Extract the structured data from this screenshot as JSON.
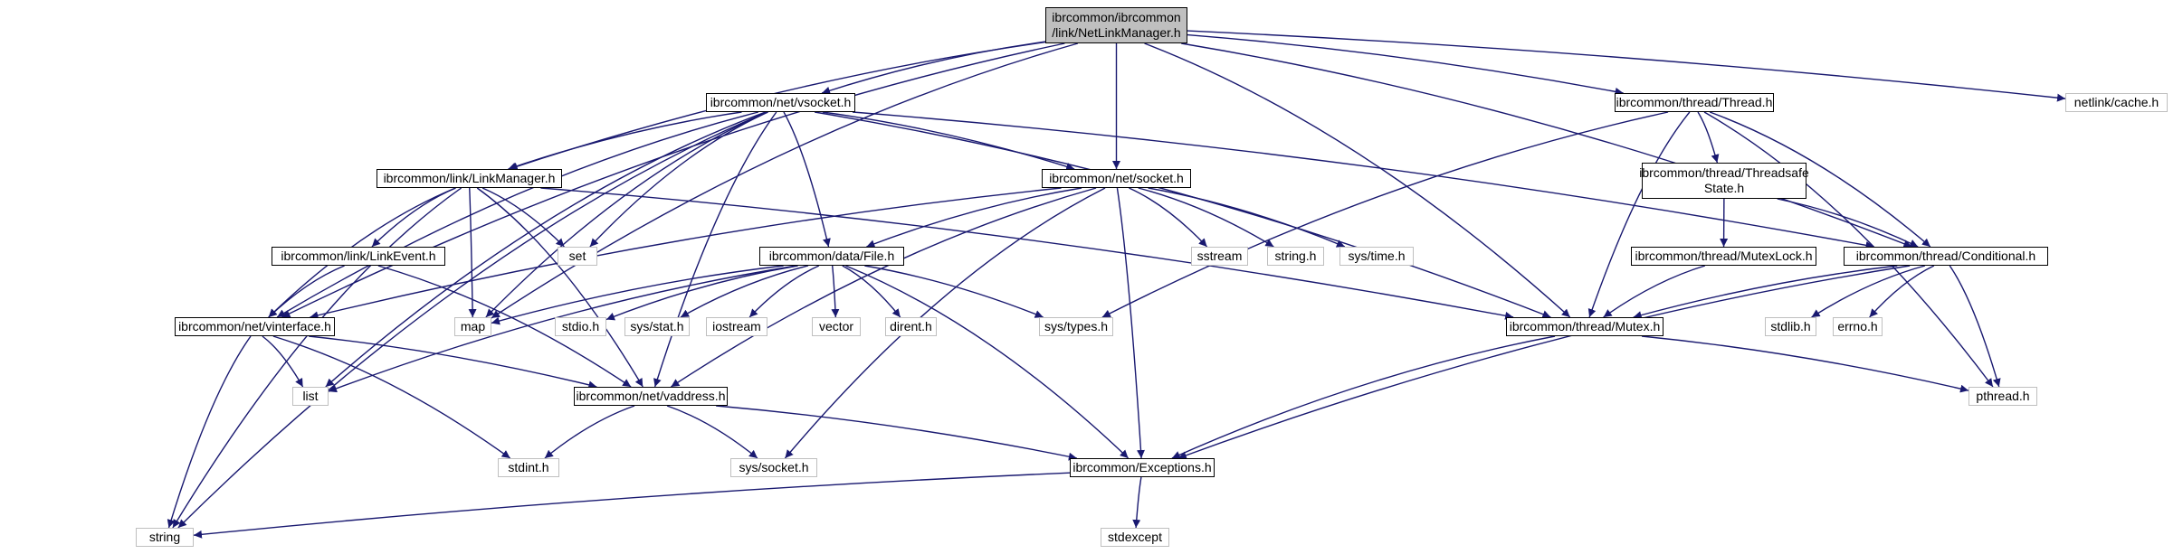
{
  "colors": {
    "edge": "#191970",
    "root_fill": "#bfbfbf",
    "local_border": "#000000",
    "system_border": "#bfbfbf"
  },
  "nodes": {
    "netlinkmanager": {
      "label": "ibrcommon/ibrcommon\n/link/NetLinkManager.h",
      "kind": "root"
    },
    "vsocket": {
      "label": "ibrcommon/net/vsocket.h",
      "kind": "local"
    },
    "thread": {
      "label": "ibrcommon/thread/Thread.h",
      "kind": "local"
    },
    "cache": {
      "label": "netlink/cache.h",
      "kind": "system"
    },
    "linkmanager": {
      "label": "ibrcommon/link/LinkManager.h",
      "kind": "local"
    },
    "socket": {
      "label": "ibrcommon/net/socket.h",
      "kind": "local"
    },
    "threadsafe": {
      "label": "ibrcommon/thread/Threadsafe\nState.h",
      "kind": "local"
    },
    "set": {
      "label": "set",
      "kind": "system"
    },
    "sstream": {
      "label": "sstream",
      "kind": "system"
    },
    "string_h": {
      "label": "string.h",
      "kind": "system"
    },
    "systime": {
      "label": "sys/time.h",
      "kind": "system"
    },
    "linkevent": {
      "label": "ibrcommon/link/LinkEvent.h",
      "kind": "local"
    },
    "file": {
      "label": "ibrcommon/data/File.h",
      "kind": "local"
    },
    "mutexlock": {
      "label": "ibrcommon/thread/MutexLock.h",
      "kind": "local"
    },
    "conditional": {
      "label": "ibrcommon/thread/Conditional.h",
      "kind": "local"
    },
    "vinterface": {
      "label": "ibrcommon/net/vinterface.h",
      "kind": "local"
    },
    "map": {
      "label": "map",
      "kind": "system"
    },
    "stdio": {
      "label": "stdio.h",
      "kind": "system"
    },
    "sysstat": {
      "label": "sys/stat.h",
      "kind": "system"
    },
    "iostream": {
      "label": "iostream",
      "kind": "system"
    },
    "vector": {
      "label": "vector",
      "kind": "system"
    },
    "dirent": {
      "label": "dirent.h",
      "kind": "system"
    },
    "systypes": {
      "label": "sys/types.h",
      "kind": "system"
    },
    "mutex": {
      "label": "ibrcommon/thread/Mutex.h",
      "kind": "local"
    },
    "stdlib": {
      "label": "stdlib.h",
      "kind": "system"
    },
    "errno": {
      "label": "errno.h",
      "kind": "system"
    },
    "list": {
      "label": "list",
      "kind": "system"
    },
    "vaddress": {
      "label": "ibrcommon/net/vaddress.h",
      "kind": "local"
    },
    "pthread": {
      "label": "pthread.h",
      "kind": "system"
    },
    "stdint": {
      "label": "stdint.h",
      "kind": "system"
    },
    "syssocket": {
      "label": "sys/socket.h",
      "kind": "system"
    },
    "exceptions": {
      "label": "ibrcommon/Exceptions.h",
      "kind": "local"
    },
    "string": {
      "label": "string",
      "kind": "system"
    },
    "stdexcept": {
      "label": "stdexcept",
      "kind": "system"
    }
  },
  "edges": [
    [
      "netlinkmanager",
      "vsocket"
    ],
    [
      "netlinkmanager",
      "thread"
    ],
    [
      "netlinkmanager",
      "cache"
    ],
    [
      "netlinkmanager",
      "linkmanager"
    ],
    [
      "netlinkmanager",
      "socket"
    ],
    [
      "netlinkmanager",
      "conditional"
    ],
    [
      "netlinkmanager",
      "vinterface"
    ],
    [
      "netlinkmanager",
      "map"
    ],
    [
      "netlinkmanager",
      "mutex"
    ],
    [
      "vsocket",
      "linkmanager"
    ],
    [
      "vsocket",
      "socket"
    ],
    [
      "vsocket",
      "file"
    ],
    [
      "vsocket",
      "vinterface"
    ],
    [
      "vsocket",
      "set"
    ],
    [
      "vsocket",
      "map"
    ],
    [
      "vsocket",
      "mutex"
    ],
    [
      "vsocket",
      "conditional"
    ],
    [
      "vsocket",
      "list"
    ],
    [
      "vsocket",
      "vaddress"
    ],
    [
      "vsocket",
      "string"
    ],
    [
      "thread",
      "threadsafe"
    ],
    [
      "thread",
      "conditional"
    ],
    [
      "thread",
      "mutex"
    ],
    [
      "thread",
      "systypes"
    ],
    [
      "thread",
      "pthread"
    ],
    [
      "linkmanager",
      "linkevent"
    ],
    [
      "linkmanager",
      "vinterface"
    ],
    [
      "linkmanager",
      "set"
    ],
    [
      "linkmanager",
      "map"
    ],
    [
      "linkmanager",
      "mutex"
    ],
    [
      "linkmanager",
      "vaddress"
    ],
    [
      "linkmanager",
      "string"
    ],
    [
      "socket",
      "file"
    ],
    [
      "socket",
      "sstream"
    ],
    [
      "socket",
      "string_h"
    ],
    [
      "socket",
      "systime"
    ],
    [
      "socket",
      "vinterface"
    ],
    [
      "socket",
      "vaddress"
    ],
    [
      "socket",
      "syssocket"
    ],
    [
      "socket",
      "exceptions"
    ],
    [
      "threadsafe",
      "mutexlock"
    ],
    [
      "threadsafe",
      "conditional"
    ],
    [
      "linkevent",
      "vinterface"
    ],
    [
      "linkevent",
      "vaddress"
    ],
    [
      "file",
      "map"
    ],
    [
      "file",
      "stdio"
    ],
    [
      "file",
      "sysstat"
    ],
    [
      "file",
      "iostream"
    ],
    [
      "file",
      "vector"
    ],
    [
      "file",
      "dirent"
    ],
    [
      "file",
      "systypes"
    ],
    [
      "file",
      "list"
    ],
    [
      "file",
      "exceptions"
    ],
    [
      "mutexlock",
      "mutex"
    ],
    [
      "conditional",
      "mutex"
    ],
    [
      "conditional",
      "stdlib"
    ],
    [
      "conditional",
      "errno"
    ],
    [
      "conditional",
      "pthread"
    ],
    [
      "conditional",
      "exceptions"
    ],
    [
      "vinterface",
      "list"
    ],
    [
      "vinterface",
      "vaddress"
    ],
    [
      "vinterface",
      "string"
    ],
    [
      "vinterface",
      "stdint"
    ],
    [
      "mutex",
      "exceptions"
    ],
    [
      "mutex",
      "pthread"
    ],
    [
      "vaddress",
      "stdint"
    ],
    [
      "vaddress",
      "syssocket"
    ],
    [
      "vaddress",
      "exceptions"
    ],
    [
      "exceptions",
      "string"
    ],
    [
      "exceptions",
      "stdexcept"
    ]
  ]
}
